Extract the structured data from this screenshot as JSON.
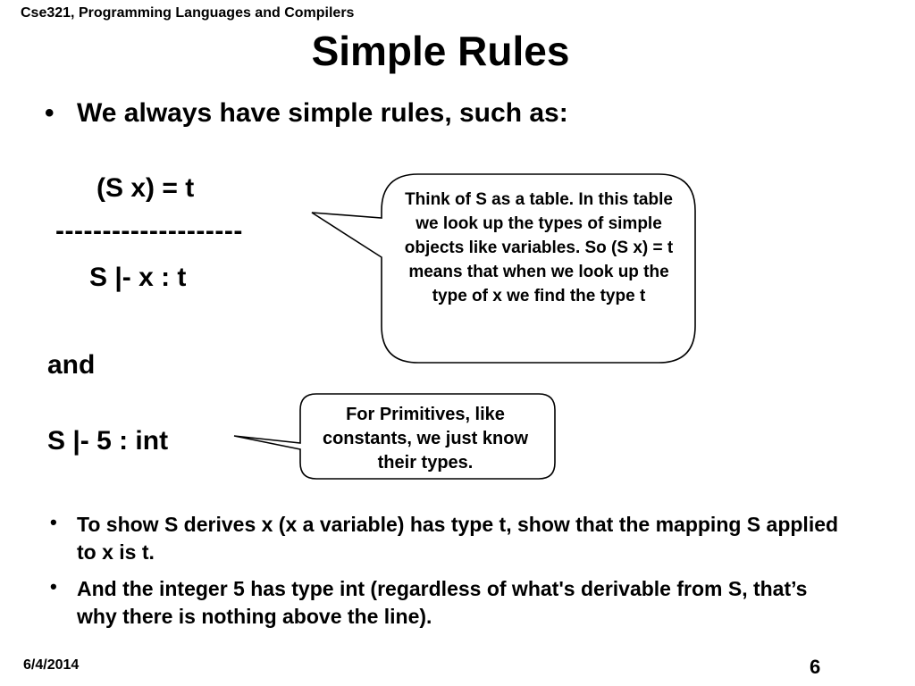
{
  "header": {
    "course": "Cse321, Programming Languages and Compilers"
  },
  "slide": {
    "title": "Simple Rules",
    "intro_bullet": "•",
    "intro": "We always have simple rules, such as:",
    "rule": {
      "premise": "(S x) = t",
      "line": "--------------------",
      "conclusion": "S |-  x : t"
    },
    "and": "and",
    "axiom": "S |-  5 : int",
    "callouts": [
      {
        "text": "Think of S as a table. In this table we look up the types of simple objects like variables. So (S x) = t means that when we look up the type of x we find the type t"
      },
      {
        "text": "For Primitives, like constants, we just know their types."
      }
    ],
    "bullets": [
      {
        "marker": "•",
        "text": "To show S derives x (x a variable) has type t, show that the mapping S applied to x is t."
      },
      {
        "marker": "•",
        "text": "And the integer 5 has type int (regardless of what's derivable from S, that’s why there is nothing above the line)."
      }
    ]
  },
  "footer": {
    "date": "6/4/2014",
    "page": "6"
  }
}
